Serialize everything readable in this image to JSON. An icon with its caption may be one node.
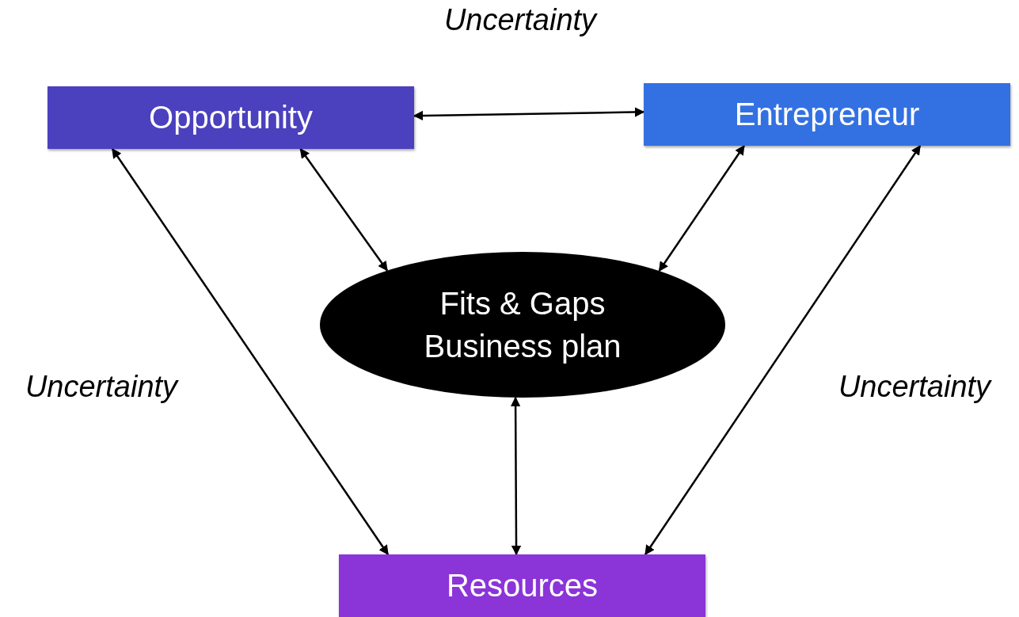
{
  "diagram": {
    "nodes": [
      {
        "text": [
          "Opportunity"
        ]
      },
      {
        "text": [
          "Entrepreneur"
        ]
      },
      {
        "text": [
          "Fits & Gaps",
          "Business plan"
        ]
      },
      {
        "text": [
          "Resources"
        ]
      }
    ],
    "edges": [
      {
        "from": 0,
        "to": 1,
        "arrow": "both"
      },
      {
        "from": 0,
        "to": 2,
        "arrow": "both"
      },
      {
        "from": 1,
        "to": 2,
        "arrow": "both"
      },
      {
        "from": 0,
        "to": 3,
        "arrow": "both"
      },
      {
        "from": 1,
        "to": 3,
        "arrow": "both"
      },
      {
        "from": 2,
        "to": 3,
        "arrow": "both"
      }
    ],
    "labels": [
      "Uncertainty",
      "Uncertainty",
      "Uncertainty"
    ]
  }
}
